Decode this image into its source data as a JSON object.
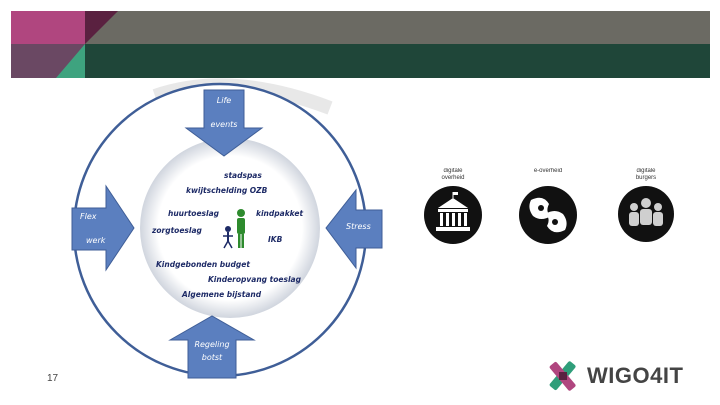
{
  "slide": {
    "page_number": "17"
  },
  "colors": {
    "header_gray": "#6b6a63",
    "header_green": "#1f4639",
    "accent_pink": "#b0467f",
    "accent_purple": "#6a4863",
    "arrow_blue": "#5b7fbf",
    "ring_blue": "#3f5e97",
    "inner_text": "#1d2a66",
    "figure_green": "#2e8b2e"
  },
  "diagram": {
    "arrows": {
      "top": [
        "Life",
        "events"
      ],
      "left": [
        "Flex",
        "werk"
      ],
      "right": [
        "Stress"
      ],
      "bottom": [
        "Regeling",
        "botst"
      ]
    },
    "inner_items": [
      "stadspas",
      "kwijtschelding OZB",
      "huurtoeslag",
      "kindpakket",
      "zorgtoeslag",
      "IKB",
      "Kindgebonden budget",
      "Kinderopvang toeslag",
      "Algemene bijstand"
    ]
  },
  "icons": [
    {
      "caption": [
        "digitale",
        "overheid"
      ],
      "icon": "government-building-icon"
    },
    {
      "caption": [
        "e-overheid",
        ""
      ],
      "icon": "conversation-faces-icon"
    },
    {
      "caption": [
        "digitale",
        "burgers"
      ],
      "icon": "group-of-people-icon"
    }
  ],
  "logo": {
    "text": "WIGO4IT",
    "icon": "wigo4it-cross-icon"
  }
}
